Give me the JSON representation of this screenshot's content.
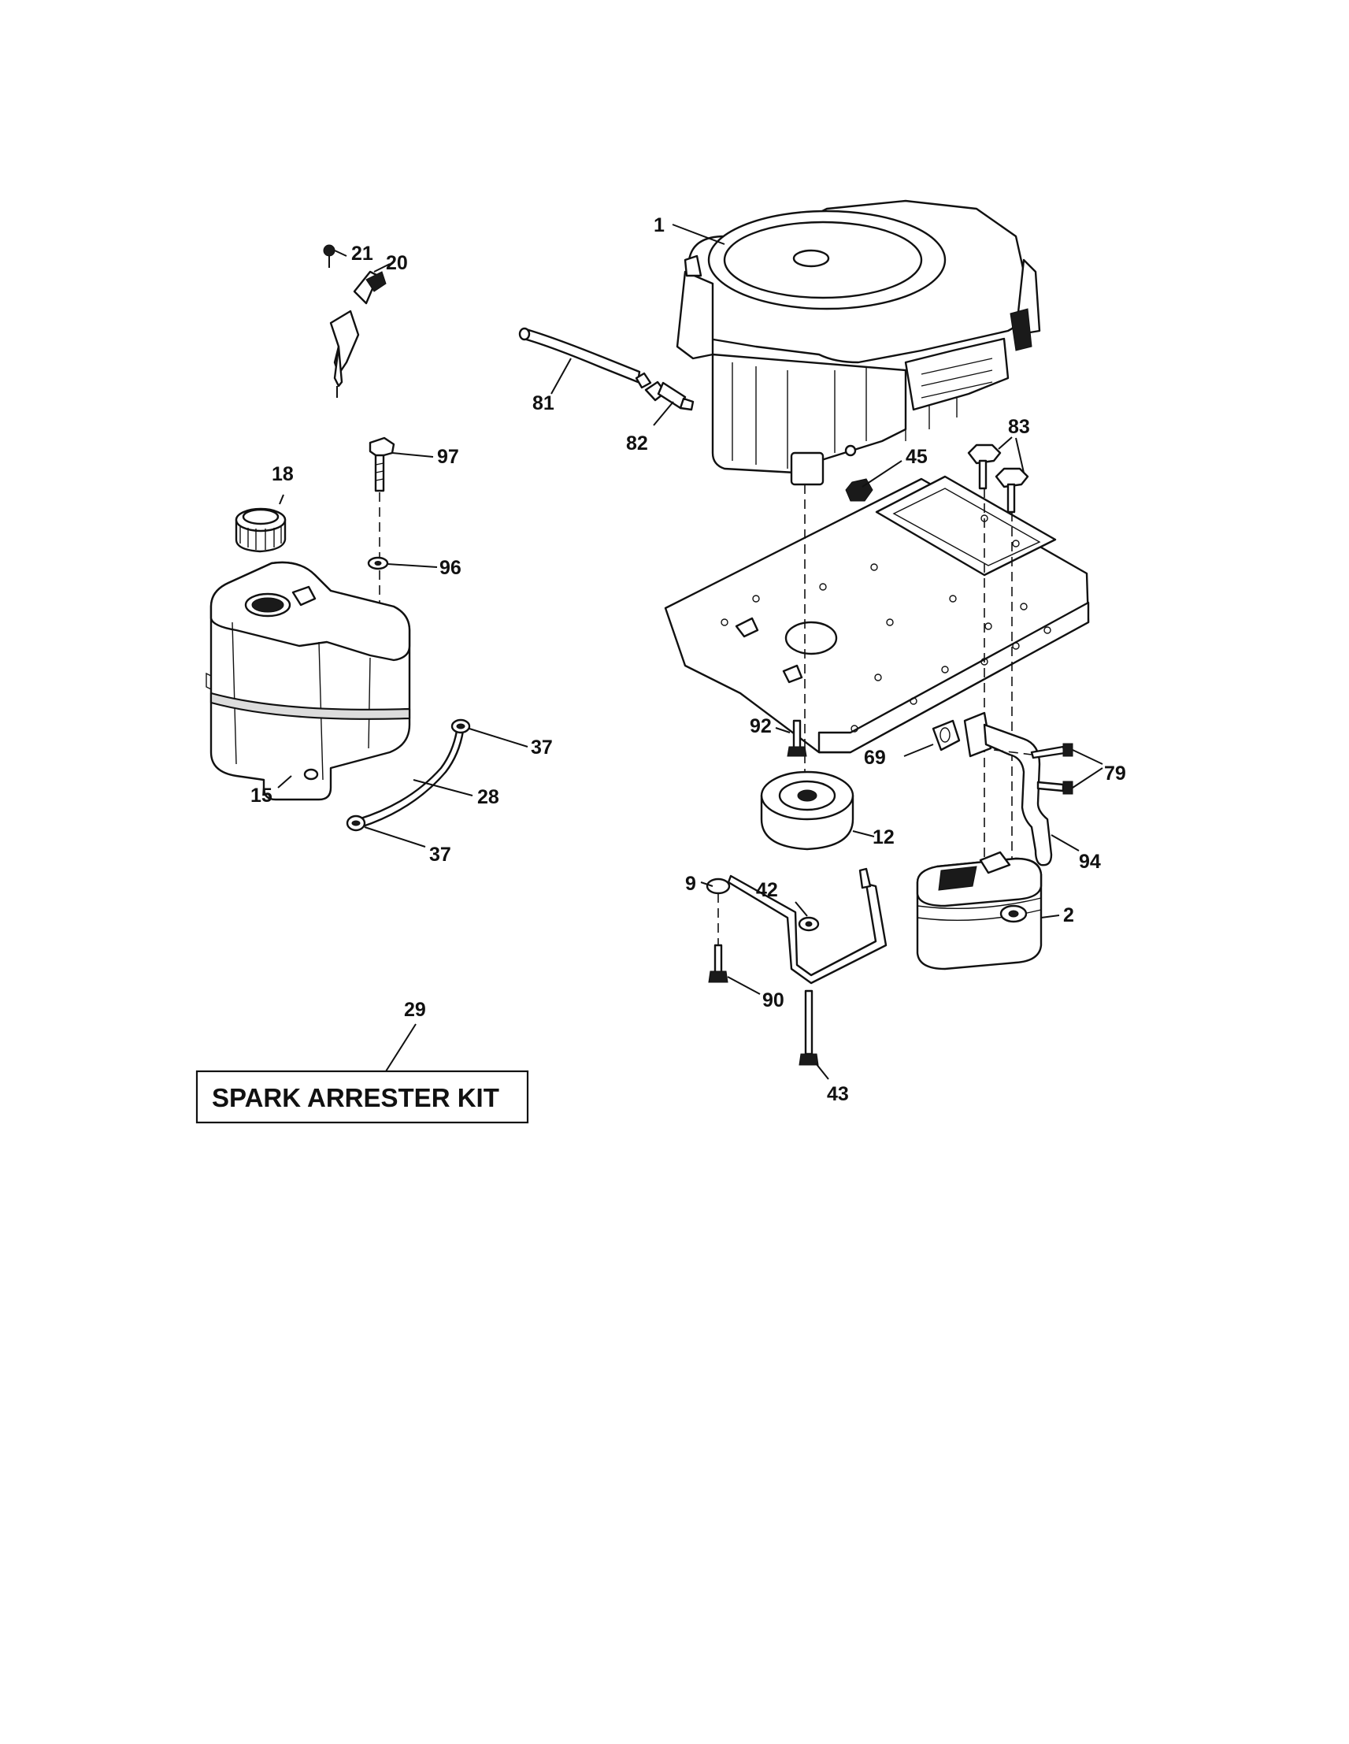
{
  "callouts": {
    "c1": "1",
    "c2": "2",
    "c9": "9",
    "c12": "12",
    "c15": "15",
    "c18": "18",
    "c20": "20",
    "c21": "21",
    "c28": "28",
    "c29": "29",
    "c37a": "37",
    "c37b": "37",
    "c42": "42",
    "c43": "43",
    "c45": "45",
    "c69": "69",
    "c79": "79",
    "c81": "81",
    "c82": "82",
    "c83": "83",
    "c90": "90",
    "c92": "92",
    "c94": "94",
    "c96": "96",
    "c97": "97"
  },
  "kit_label": "SPARK ARRESTER KIT"
}
